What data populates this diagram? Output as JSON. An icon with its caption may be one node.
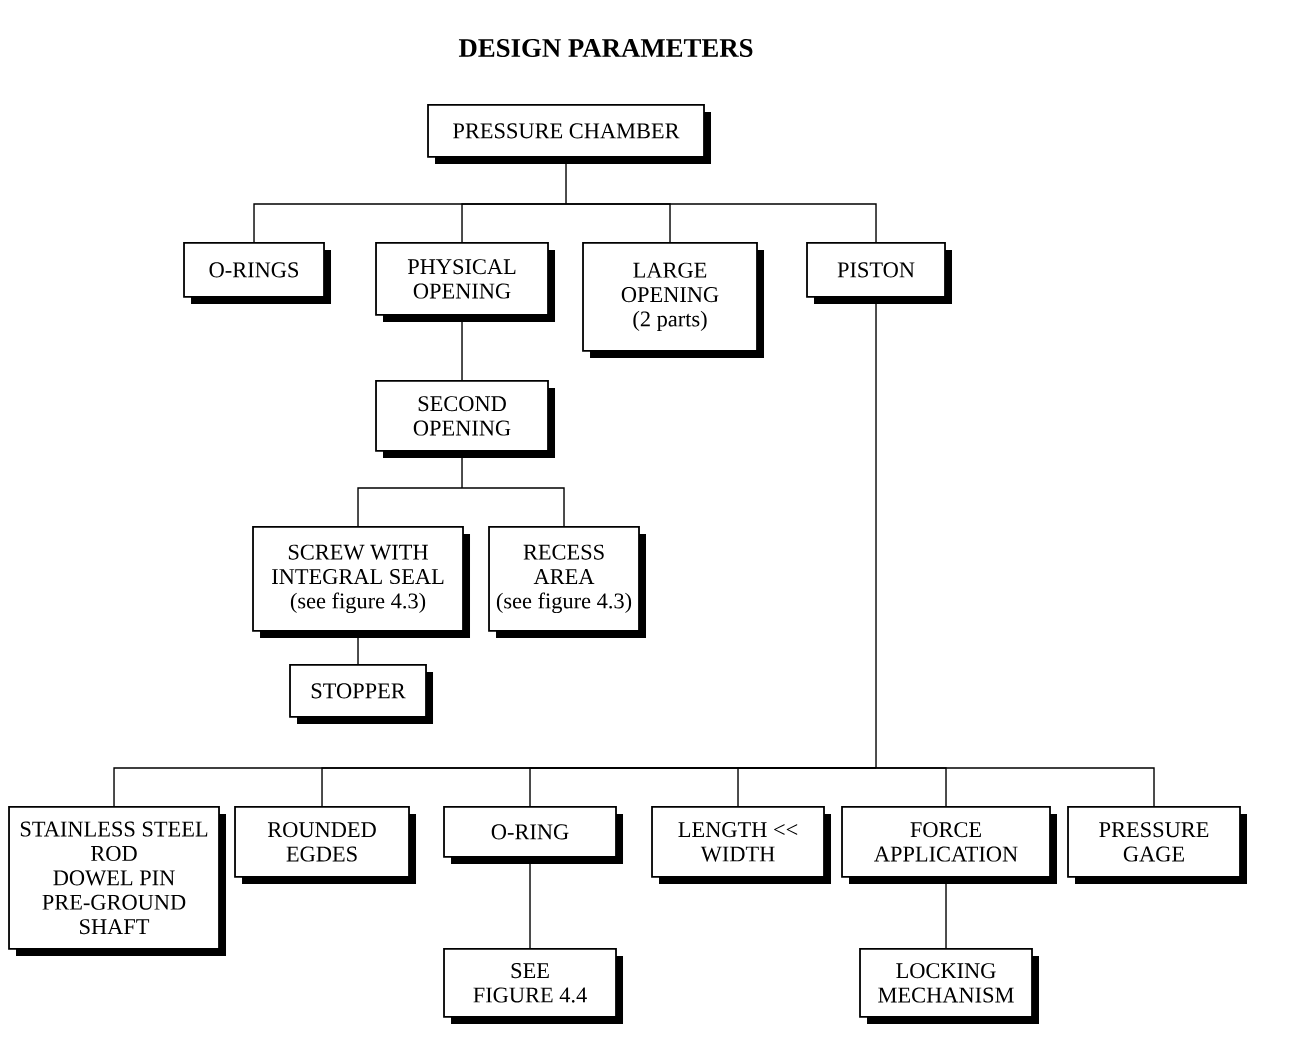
{
  "diagram": {
    "title": "DESIGN PARAMETERS",
    "nodes": [
      {
        "text": [
          "PRESSURE CHAMBER"
        ]
      },
      {
        "text": [
          "O-RINGS"
        ]
      },
      {
        "text": [
          "PHYSICAL OPENING"
        ]
      },
      {
        "text": [
          "LARGE OPENING",
          "(2 parts)"
        ]
      },
      {
        "text": [
          "PISTON"
        ]
      },
      {
        "text": [
          "SECOND OPENING"
        ]
      },
      {
        "text": [
          "SCREW WITH INTEGRAL SEAL",
          "(see figure 4.3)"
        ]
      },
      {
        "text": [
          "RECESS AREA",
          "(see figure 4.3)"
        ]
      },
      {
        "text": [
          "STOPPER"
        ]
      },
      {
        "text": [
          "STAINLESS STEEL ROD",
          "DOWEL PIN",
          "PRE-GROUND SHAFT"
        ]
      },
      {
        "text": [
          "ROUNDED EGDES"
        ]
      },
      {
        "text": [
          "O-RING"
        ]
      },
      {
        "text": [
          "LENGTH << WIDTH"
        ]
      },
      {
        "text": [
          "FORCE APPLICATION"
        ]
      },
      {
        "text": [
          "PRESSURE GAGE"
        ]
      },
      {
        "text": [
          "SEE FIGURE 4.4"
        ]
      },
      {
        "text": [
          "LOCKING MECHANISM"
        ]
      }
    ],
    "edges": [
      {
        "from": 0,
        "to": 1,
        "arrow": "none"
      },
      {
        "from": 0,
        "to": 2,
        "arrow": "none"
      },
      {
        "from": 0,
        "to": 3,
        "arrow": "none"
      },
      {
        "from": 0,
        "to": 4,
        "arrow": "none"
      },
      {
        "from": 2,
        "to": 5,
        "arrow": "none"
      },
      {
        "from": 5,
        "to": 6,
        "arrow": "none"
      },
      {
        "from": 5,
        "to": 7,
        "arrow": "none"
      },
      {
        "from": 6,
        "to": 8,
        "arrow": "none"
      },
      {
        "from": 4,
        "to": 9,
        "arrow": "none"
      },
      {
        "from": 4,
        "to": 10,
        "arrow": "none"
      },
      {
        "from": 4,
        "to": 11,
        "arrow": "none"
      },
      {
        "from": 4,
        "to": 12,
        "arrow": "none"
      },
      {
        "from": 4,
        "to": 13,
        "arrow": "none"
      },
      {
        "from": 4,
        "to": 14,
        "arrow": "none"
      },
      {
        "from": 11,
        "to": 15,
        "arrow": "none"
      },
      {
        "from": 13,
        "to": 16,
        "arrow": "none"
      }
    ]
  }
}
